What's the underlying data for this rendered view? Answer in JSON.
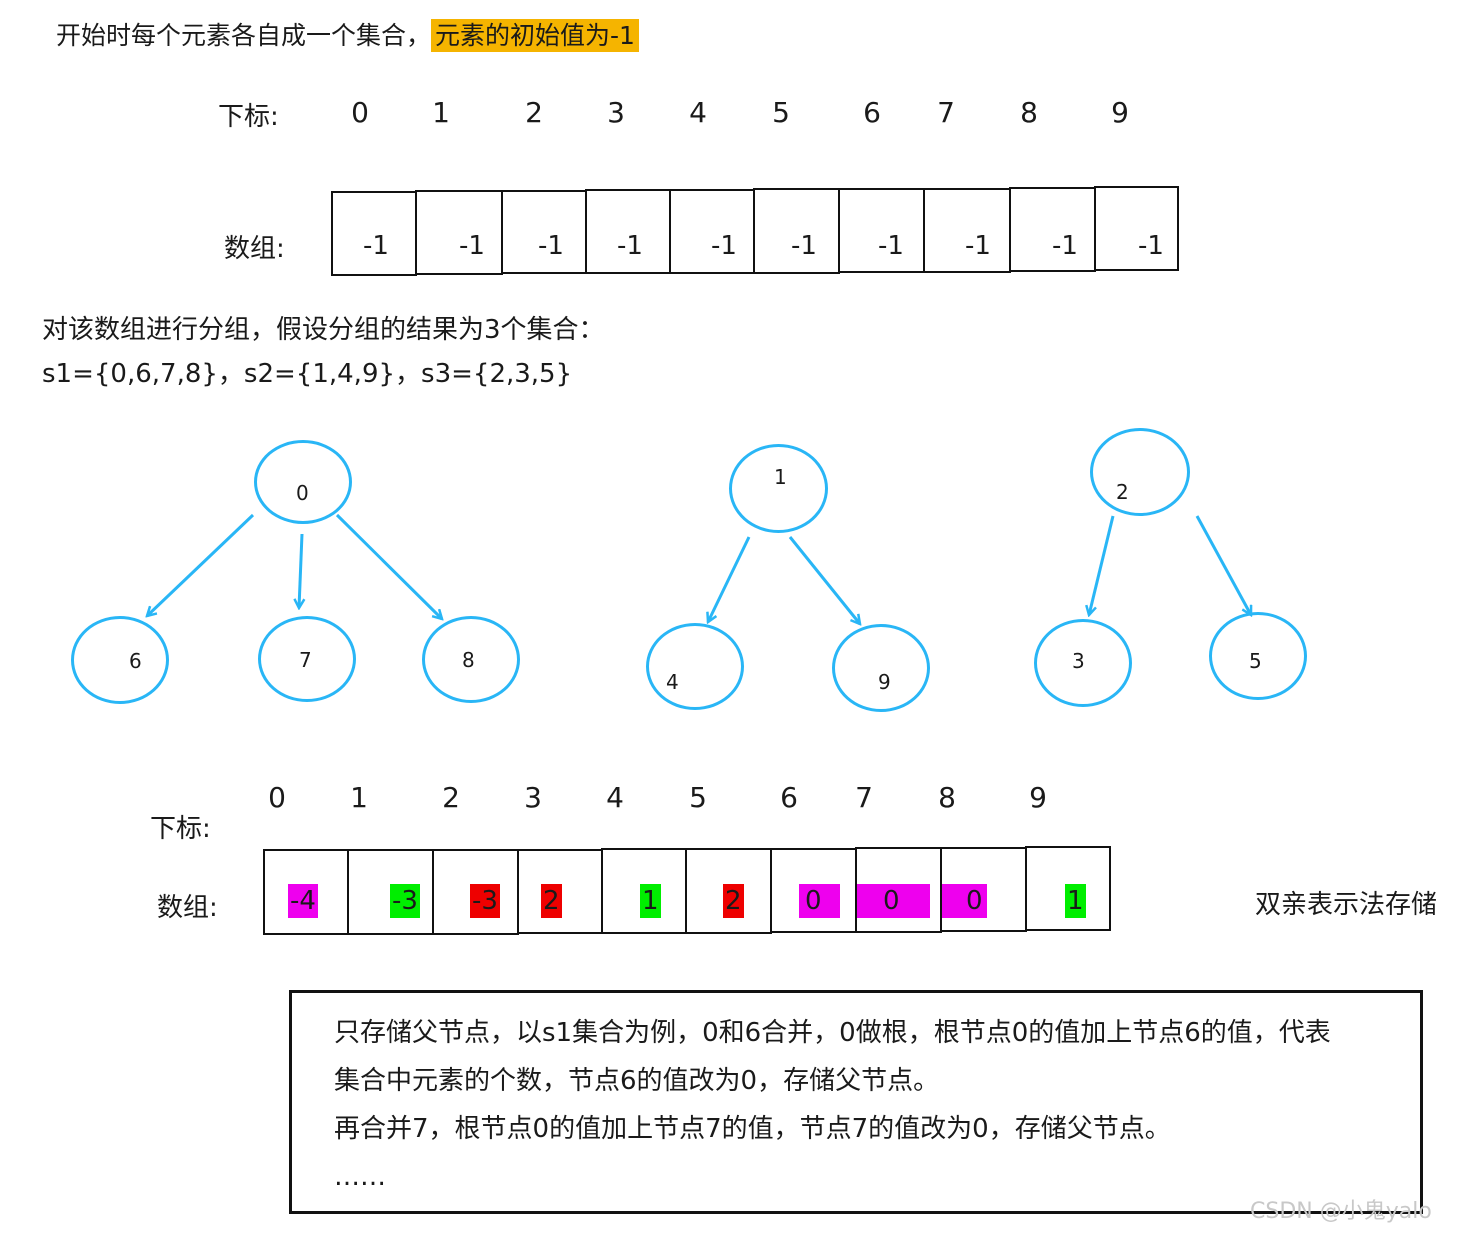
{
  "intro": {
    "text": "开始时每个元素各自成一个集合，",
    "highlight": "元素的初始值为-1"
  },
  "top_array": {
    "index_label": "下标:",
    "array_label": "数组:",
    "indices": [
      "0",
      "1",
      "2",
      "3",
      "4",
      "5",
      "6",
      "7",
      "8",
      "9"
    ],
    "values": [
      "-1",
      "-1",
      "-1",
      "-1",
      "-1",
      "-1",
      "-1",
      "-1",
      "-1",
      "-1"
    ]
  },
  "grouping": {
    "line1": "对该数组进行分组，假设分组的结果为3个集合：",
    "line2": "s1={0,6,7,8}，s2={1,4,9}，s3={2,3,5}"
  },
  "trees": [
    {
      "root": "0",
      "children": [
        "6",
        "7",
        "8"
      ]
    },
    {
      "root": "1",
      "children": [
        "4",
        "9"
      ]
    },
    {
      "root": "2",
      "children": [
        "3",
        "5"
      ]
    }
  ],
  "bottom_array": {
    "index_label": "下标:",
    "array_label": "数组:",
    "indices": [
      "0",
      "1",
      "2",
      "3",
      "4",
      "5",
      "6",
      "7",
      "8",
      "9"
    ],
    "values": [
      "-4",
      "-3",
      "-3",
      "2",
      "1",
      "2",
      "0",
      "0",
      "0",
      "1"
    ],
    "side_label": "双亲表示法存储"
  },
  "colors": {
    "magenta": "#ee00ee",
    "green": "#00ee00",
    "red": "#ee0000",
    "orange": "#f5b400",
    "node_border": "#29b6f6"
  },
  "note": {
    "lines": [
      "只存储父节点，以s1集合为例，0和6合并，0做根，根节点0的值加上节点6的值，代表",
      "集合中元素的个数，节点6的值改为0，存储父节点。",
      "再合并7，根节点0的值加上节点7的值，节点7的值改为0，存储父节点。",
      "……"
    ]
  },
  "watermark": "CSDN @小鬼yalo"
}
